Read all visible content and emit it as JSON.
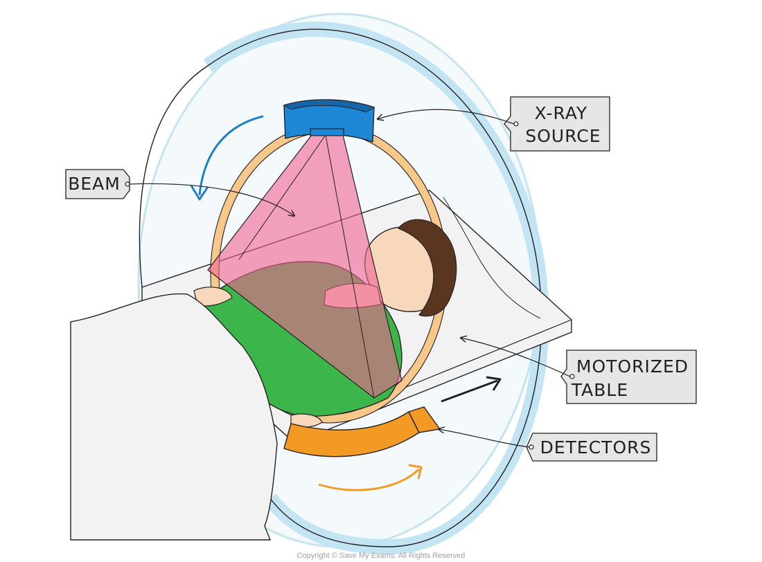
{
  "diagram": {
    "title": "CT scanner",
    "labels": {
      "xray_source_line1": "X-RAY",
      "xray_source_line2": "SOURCE",
      "beam": "BEAM",
      "motorized_table_line1": "MOTORIZED",
      "motorized_table_line2": "TABLE",
      "detectors": "DETECTORS"
    }
  },
  "footer": {
    "copyright": "Copyright © Save My Exams. All Rights Reserved"
  },
  "colors": {
    "outline": "#231f20",
    "gantry_ring": "#bfe3f2",
    "gantry_ring_edge": "#9ed3ea",
    "inner_ring": "#f8c78a",
    "beam": "#f06292",
    "source": "#1e88d6",
    "detector": "#f39a25",
    "blanket": "#3cb64a",
    "skin": "#f7d8bd",
    "hair": "#5a3520",
    "table": "#f2f2f2",
    "label_box": "#e6e6e6",
    "rotation_arrow_blue": "#1f7fc7",
    "rotation_arrow_orange": "#f39a25"
  }
}
